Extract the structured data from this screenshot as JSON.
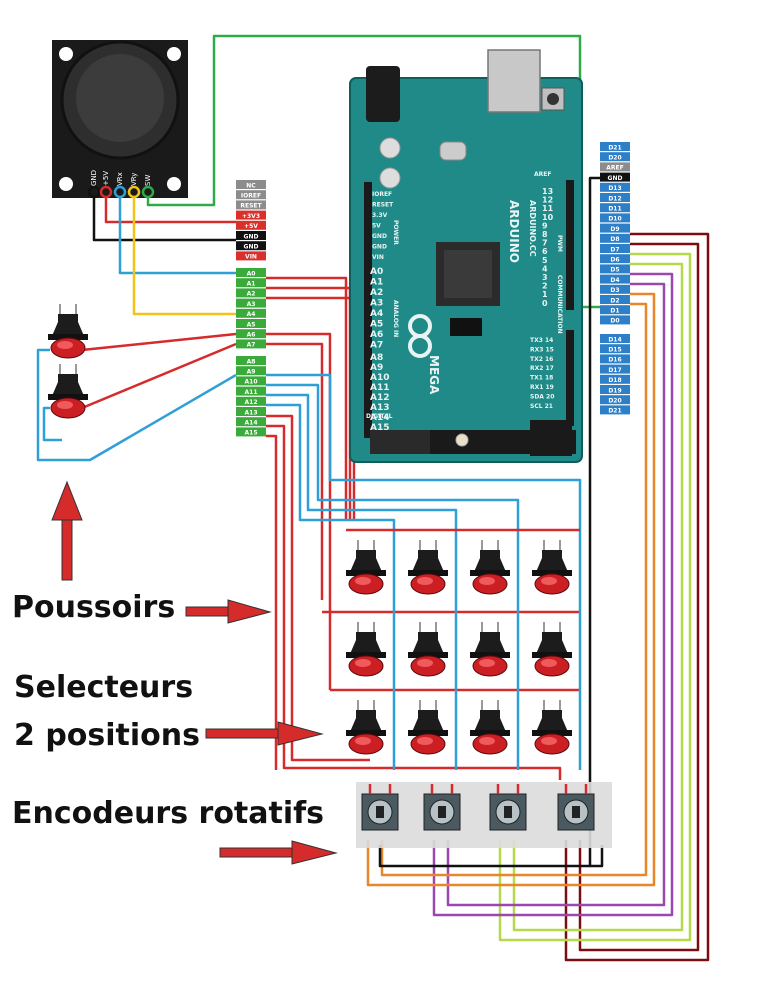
{
  "labels": {
    "pushbuttons": "Poussoirs",
    "selectors_line1": "Selecteurs",
    "selectors_line2": "2 positions",
    "encoders": "Encodeurs rotatifs"
  },
  "joystick_pins": [
    "GND",
    "+5V",
    "VRx",
    "VRy",
    "SW"
  ],
  "power_header": [
    {
      "label": "NC",
      "color": "#8c8c8c"
    },
    {
      "label": "IOREF",
      "color": "#8c8c8c"
    },
    {
      "label": "RESET",
      "color": "#8c8c8c"
    },
    {
      "label": "+3V3",
      "color": "#d9302c"
    },
    {
      "label": "+5V",
      "color": "#d9302c"
    },
    {
      "label": "GND",
      "color": "#111111"
    },
    {
      "label": "GND",
      "color": "#111111"
    },
    {
      "label": "VIN",
      "color": "#d9302c"
    }
  ],
  "analog_header_1": [
    "A0",
    "A1",
    "A2",
    "A3",
    "A4",
    "A5",
    "A6",
    "A7"
  ],
  "analog_header_2": [
    "A8",
    "A9",
    "A10",
    "A11",
    "A12",
    "A13",
    "A14",
    "A15"
  ],
  "analog_color": "#3aab3a",
  "digital_header_top": [
    {
      "label": "D21",
      "color": "#2d7fc8"
    },
    {
      "label": "D20",
      "color": "#2d7fc8"
    },
    {
      "label": "AREF",
      "color": "#8c8c8c"
    },
    {
      "label": "GND",
      "color": "#111111"
    },
    {
      "label": "D13",
      "color": "#2d7fc8"
    },
    {
      "label": "D12",
      "color": "#2d7fc8"
    },
    {
      "label": "D11",
      "color": "#2d7fc8"
    },
    {
      "label": "D10",
      "color": "#2d7fc8"
    },
    {
      "label": "D9",
      "color": "#2d7fc8"
    },
    {
      "label": "D8",
      "color": "#2d7fc8"
    },
    {
      "label": "D7",
      "color": "#2d7fc8"
    },
    {
      "label": "D6",
      "color": "#2d7fc8"
    },
    {
      "label": "D5",
      "color": "#2d7fc8"
    },
    {
      "label": "D4",
      "color": "#2d7fc8"
    },
    {
      "label": "D3",
      "color": "#2d7fc8"
    },
    {
      "label": "D2",
      "color": "#2d7fc8"
    },
    {
      "label": "D1",
      "color": "#2d7fc8"
    },
    {
      "label": "D0",
      "color": "#2d7fc8"
    }
  ],
  "digital_header_bottom": [
    "D14",
    "D15",
    "D16",
    "D17",
    "D18",
    "D19",
    "D20",
    "D21"
  ],
  "board": {
    "brand": "ARDUINO",
    "site": "ARDUINO.CC",
    "model": "MEGA",
    "communication": "COMMUNICATION",
    "analog_in": "ANALOG IN",
    "power": "POWER",
    "digital": "DIGITAL",
    "pwm": "PWM",
    "aref": "AREF",
    "left_pins": [
      "IOREF",
      "RESET",
      "3.3V",
      "5V",
      "GND",
      "GND",
      "VIN"
    ],
    "left_analog": [
      "A0",
      "A1",
      "A2",
      "A3",
      "A4",
      "A5",
      "A6",
      "A7",
      "A8",
      "A9",
      "A10",
      "A11",
      "A12",
      "A13",
      "A14",
      "A15"
    ],
    "right_digital": [
      "13",
      "12",
      "11",
      "10",
      "9",
      "8",
      "7",
      "6",
      "5",
      "4",
      "3",
      "2",
      "1",
      "0"
    ],
    "right_comm": [
      "TX3 14",
      "RX3 15",
      "TX2 16",
      "RX2 17",
      "TX1 18",
      "RX1 19",
      "SDA 20",
      "SCL 21"
    ]
  },
  "wire_colors": {
    "red": "#d62b2b",
    "blue": "#2f9fd8",
    "black": "#111111",
    "green": "#2eaa4a",
    "yellow": "#f2c318",
    "orange": "#e8862a",
    "purple": "#9b47b0",
    "lime": "#b6d94a",
    "darkred": "#7a0d12"
  }
}
